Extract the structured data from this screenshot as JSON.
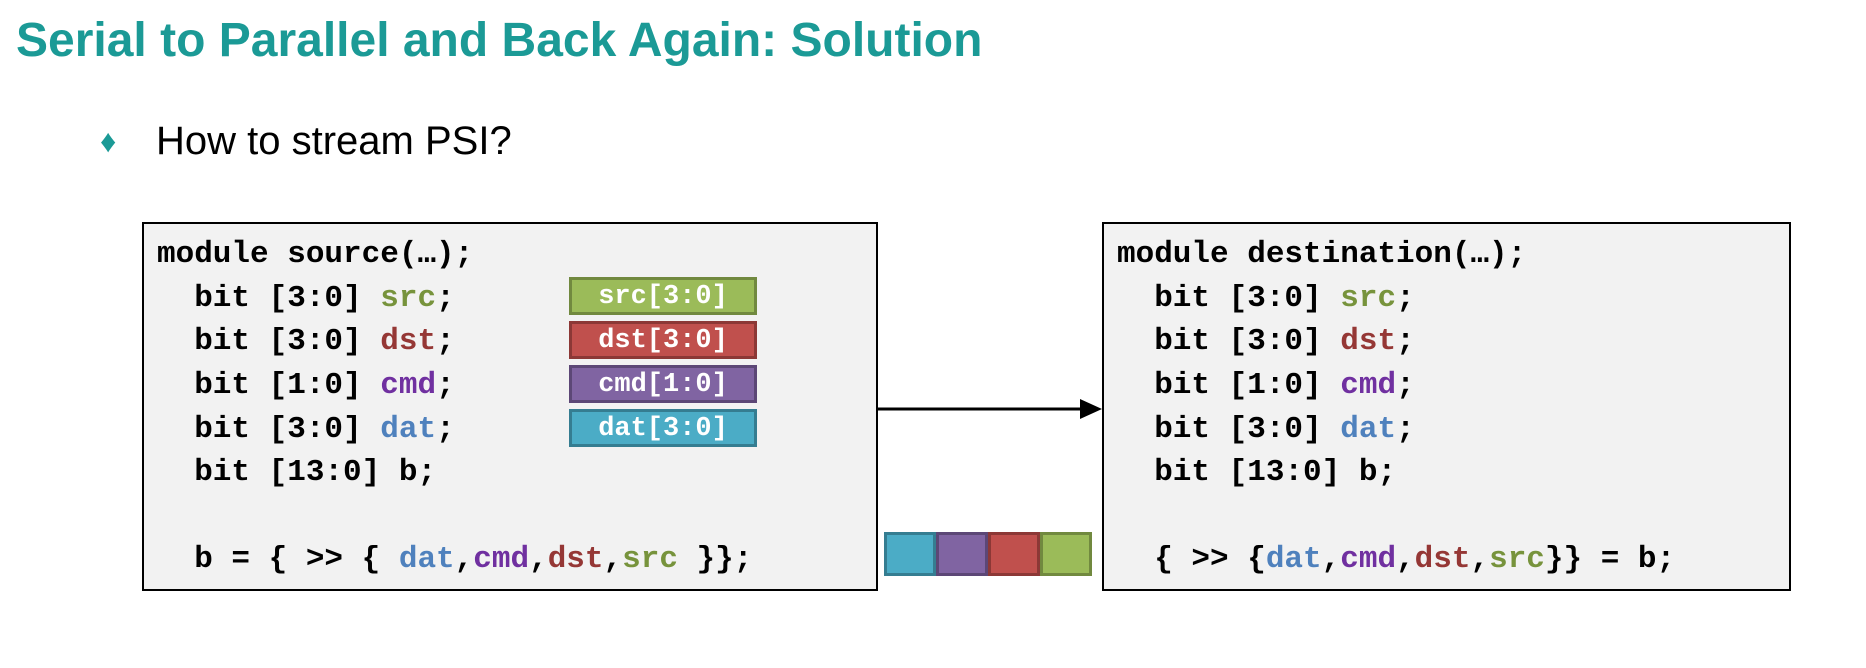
{
  "slide": {
    "title": "Serial to Parallel and Back Again: Solution",
    "bullet_glyph": "♦",
    "bullet": "How to stream PSI?"
  },
  "colors": {
    "title": "#1b9a96",
    "bullet": "#1b9a96",
    "src": "#77933c",
    "dst": "#953735",
    "cmd": "#7030a0",
    "dat": "#4f81bd",
    "src_fill": "#9bbb59",
    "src_border": "#71893f",
    "dst_fill": "#c0504d",
    "dst_border": "#8c3836",
    "cmd_fill": "#8064a2",
    "cmd_border": "#5c4776",
    "dat_fill": "#4bacc6",
    "dat_border": "#357d91"
  },
  "source": {
    "header": "module source(…);",
    "decl_src_prefix": "  bit [3:0] ",
    "decl_src_name": "src",
    "decl_dst_prefix": "  bit [3:0] ",
    "decl_dst_name": "dst",
    "decl_cmd_prefix": "  bit [1:0] ",
    "decl_cmd_name": "cmd",
    "decl_dat_prefix": "  bit [3:0] ",
    "decl_dat_name": "dat",
    "semi": ";",
    "decl_b": "  bit [13:0] b;",
    "assign_prefix": "  b = { >> { ",
    "assign_dat": "dat",
    "comma": ",",
    "assign_cmd": "cmd",
    "assign_dst": "dst",
    "assign_src": "src",
    "assign_suffix": " }};",
    "badges": [
      "src[3:0]",
      "dst[3:0]",
      "cmd[1:0]",
      "dat[3:0]"
    ]
  },
  "packed_order": [
    "dat",
    "cmd",
    "dst",
    "src"
  ],
  "destination": {
    "header": "module destination(…);",
    "decl_src_prefix": "  bit [3:0] ",
    "decl_src_name": "src",
    "decl_dst_prefix": "  bit [3:0] ",
    "decl_dst_name": "dst",
    "decl_cmd_prefix": "  bit [1:0] ",
    "decl_cmd_name": "cmd",
    "decl_dat_prefix": "  bit [3:0] ",
    "decl_dat_name": "dat",
    "semi": ";",
    "decl_b": "  bit [13:0] b;",
    "assign_prefix": "  { >> {",
    "assign_dat": "dat",
    "comma": ",",
    "assign_cmd": "cmd",
    "assign_dst": "dst",
    "assign_src": "src",
    "assign_suffix": "}} = b;"
  }
}
